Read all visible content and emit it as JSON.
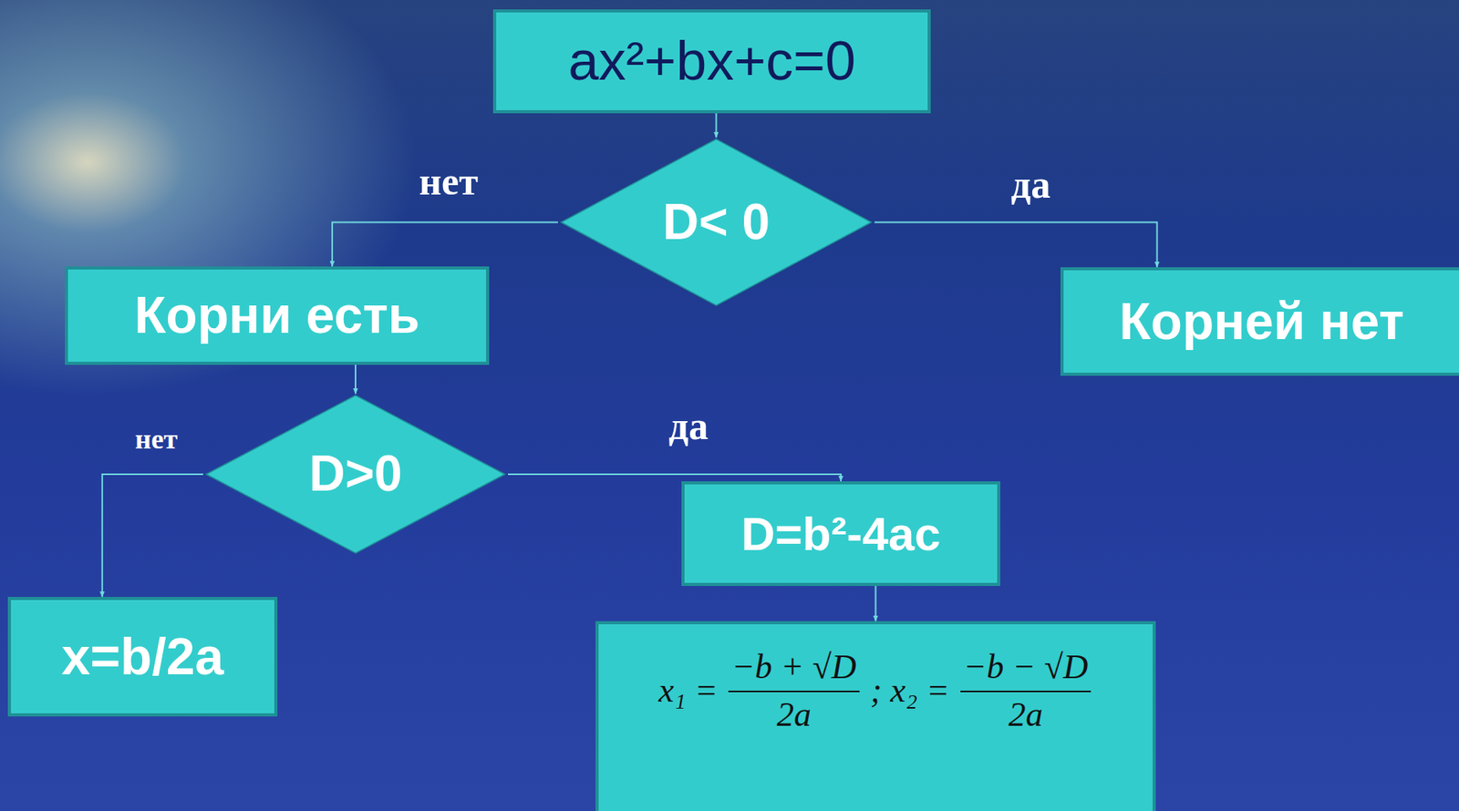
{
  "diagram": {
    "nodes": [
      {
        "text": [
          "ax²+bx+c=0"
        ]
      },
      {
        "text": [
          "D< 0"
        ]
      },
      {
        "text": [
          "Корни есть"
        ]
      },
      {
        "text": [
          "Корней нет"
        ]
      },
      {
        "text": [
          "D>0"
        ]
      },
      {
        "text": [
          "x=b/2a"
        ]
      },
      {
        "text": [
          "D=b²-4ac"
        ]
      },
      {
        "text": [
          "x₁ =",
          "−b + √D",
          "2a",
          "; x₂ =",
          "−b − √D",
          "2a"
        ]
      }
    ],
    "edges": [
      {
        "from": 0,
        "to": 1,
        "arrow": "to"
      },
      {
        "from": 1,
        "to": 2,
        "label": "нет",
        "arrow": "to"
      },
      {
        "from": 1,
        "to": 3,
        "label": "да",
        "arrow": "to"
      },
      {
        "from": 2,
        "to": 4,
        "arrow": "to"
      },
      {
        "from": 4,
        "to": 5,
        "label": "нет",
        "arrow": "to"
      },
      {
        "from": 4,
        "to": 6,
        "label": "да",
        "arrow": "to"
      },
      {
        "from": 6,
        "to": 7,
        "arrow": "to"
      }
    ]
  }
}
